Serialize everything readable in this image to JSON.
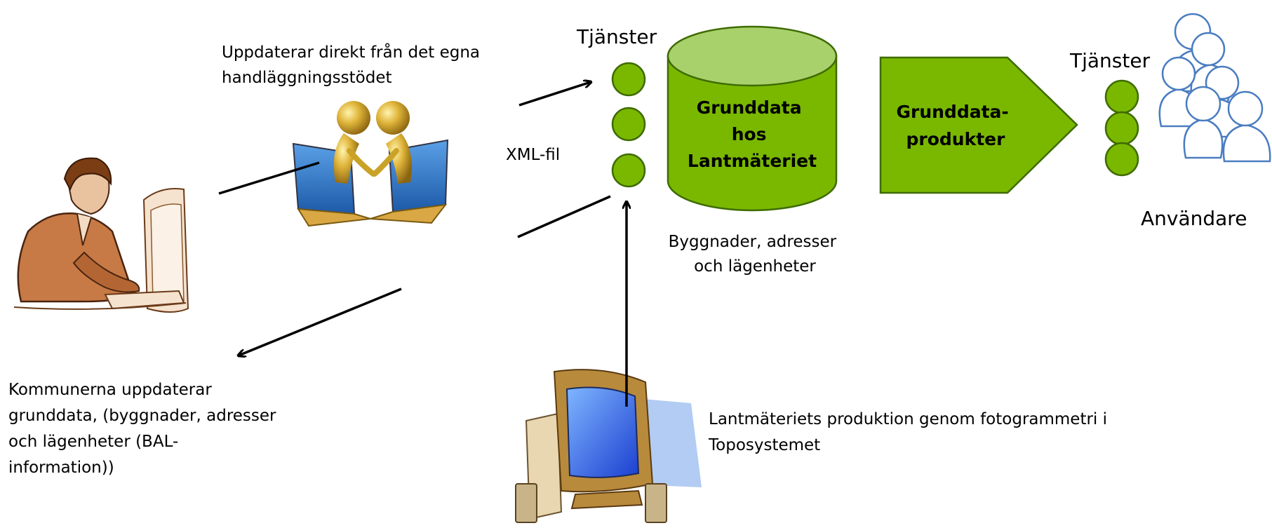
{
  "colors": {
    "green": "#7ab800",
    "green_top": "#a9d16b",
    "green_stroke": "#3e6b00",
    "user_blue": "#4a7cc0",
    "gold": "#c9a227"
  },
  "icons": {
    "clerk": "person-at-computer-icon",
    "handshake": "golden-figures-handshake-laptops-icon",
    "computer": "desktop-computer-icon",
    "users": "user-group-icon"
  },
  "labels": {
    "update_direct": [
      "Uppdaterar direkt från det egna",
      "handläggningsstödet"
    ],
    "xml_file": "XML-fil",
    "services_left": "Tjänster",
    "services_right": "Tjänster",
    "database": [
      "Grunddata",
      "hos",
      "Lantmäteriet"
    ],
    "database_caption": [
      "Byggnader, adresser",
      "och lägenheter"
    ],
    "products": [
      "Grunddata-",
      "produkter"
    ],
    "users": "Användare",
    "municipalities": [
      "Kommunerna uppdaterar",
      "grunddata, (byggnader, adresser",
      "och lägenheter (BAL-",
      "information))"
    ],
    "production": [
      "Lantmäteriets produktion genom fotogrammetri i",
      "Toposystemet"
    ]
  }
}
